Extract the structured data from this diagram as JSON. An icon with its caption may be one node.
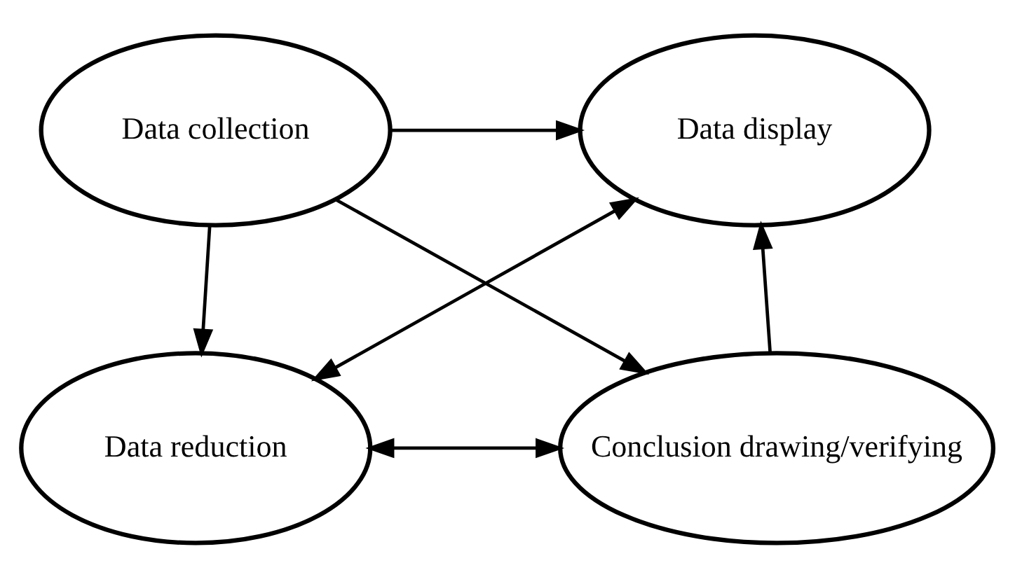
{
  "diagram": {
    "nodes": [
      {
        "text": [
          "Data collection"
        ]
      },
      {
        "text": [
          "Data display"
        ]
      },
      {
        "text": [
          "Data reduction"
        ]
      },
      {
        "text": [
          "Conclusion drawing/verifying"
        ]
      }
    ],
    "edges": [
      {
        "from": 0,
        "to": 1,
        "arrow": "to"
      },
      {
        "from": 0,
        "to": 2,
        "arrow": "to"
      },
      {
        "from": 1,
        "to": 2,
        "arrow": "both"
      },
      {
        "from": 2,
        "to": 3,
        "arrow": "both"
      },
      {
        "from": 3,
        "to": 1,
        "arrow": "to"
      },
      {
        "from": 0,
        "to": 3,
        "arrow": "to"
      }
    ]
  }
}
